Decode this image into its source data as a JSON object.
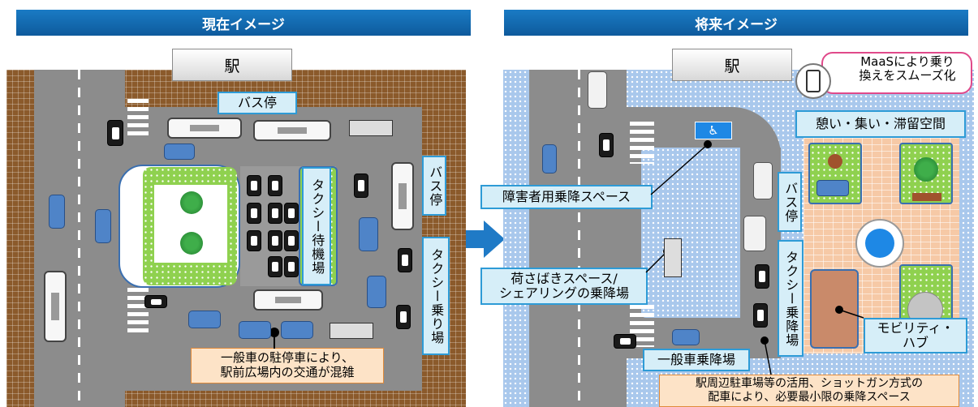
{
  "left": {
    "header": "現在イメージ",
    "station": "駅",
    "bus_stop_top": "バス停",
    "bus_stop_side": "バス停",
    "taxi_waiting": "タクシー待機場",
    "taxi_boarding": "タクシー乗り場",
    "congestion_note_line1": "一般車の駐停車により、",
    "congestion_note_line2": "駅前広場内の交通が混雑"
  },
  "right": {
    "header": "将来イメージ",
    "station": "駅",
    "maas_line1": "MaaSにより乗り",
    "maas_line2": "換えをスムーズ化",
    "rest_space": "憩い・集い・滞留空間",
    "accessible_dropoff": "障害者用乗降スペース",
    "bus_stop": "バス停",
    "loading_line1": "荷さばきスペース/",
    "loading_line2": "シェアリングの乗降場",
    "taxi_boarding": "タクシー乗降場",
    "mobility_hub_line1": "モビリティ・",
    "mobility_hub_line2": "ハブ",
    "general_boarding": "一般車乗降場",
    "parking_note_line1": "駅周辺駐車場等の活用、ショットガン方式の",
    "parking_note_line2": "配車により、必要最小限の乗降スペース"
  },
  "colors": {
    "header_blue": "#0e5a9c",
    "label_border": "#2e9bd6",
    "label_fill": "#d6eef8",
    "note_fill": "#fde3c7",
    "arrow": "#1f7ac6"
  },
  "icons": [
    "wheelchair-icon",
    "smartphone-icon",
    "arrow-right-icon"
  ]
}
